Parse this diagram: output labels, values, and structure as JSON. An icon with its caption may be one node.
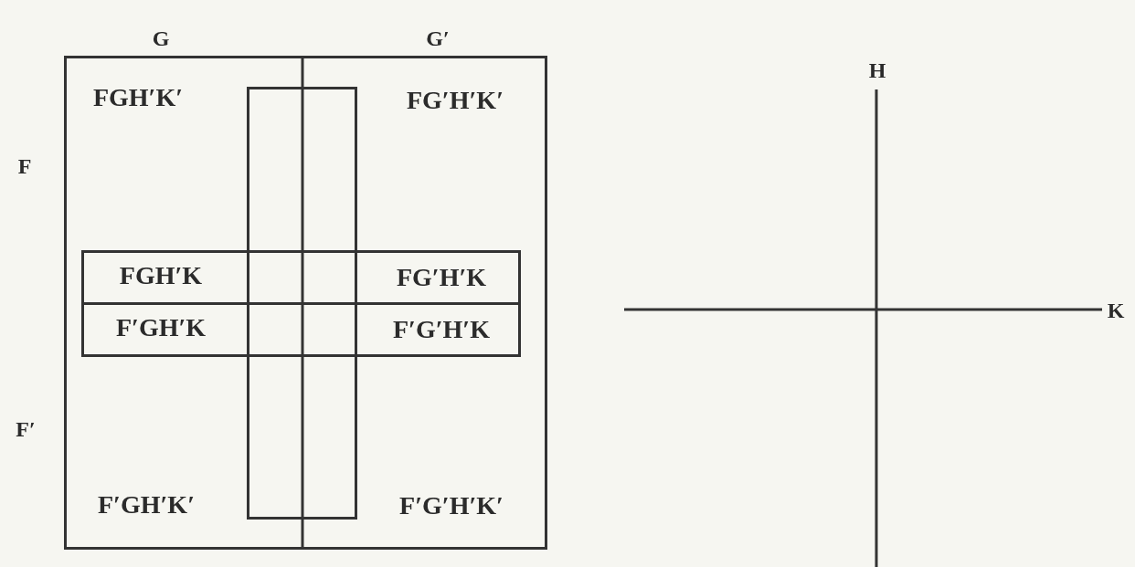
{
  "diagram": {
    "nodes": [
      {
        "text": [
          "FGH′K′",
          "FG′H′K′",
          "F′GH′K′",
          "F′G′H′K′"
        ]
      },
      {
        "text": [],
        "shape": "box",
        "in": 0
      },
      {
        "text": [
          "FGH′K",
          "FG′H′K"
        ],
        "in": 0
      },
      {
        "text": [
          "F′GH′K",
          "F′G′H′K"
        ],
        "in": 0
      }
    ],
    "labels": [
      "G",
      "G′",
      "H",
      "F",
      "K",
      "F′"
    ]
  }
}
